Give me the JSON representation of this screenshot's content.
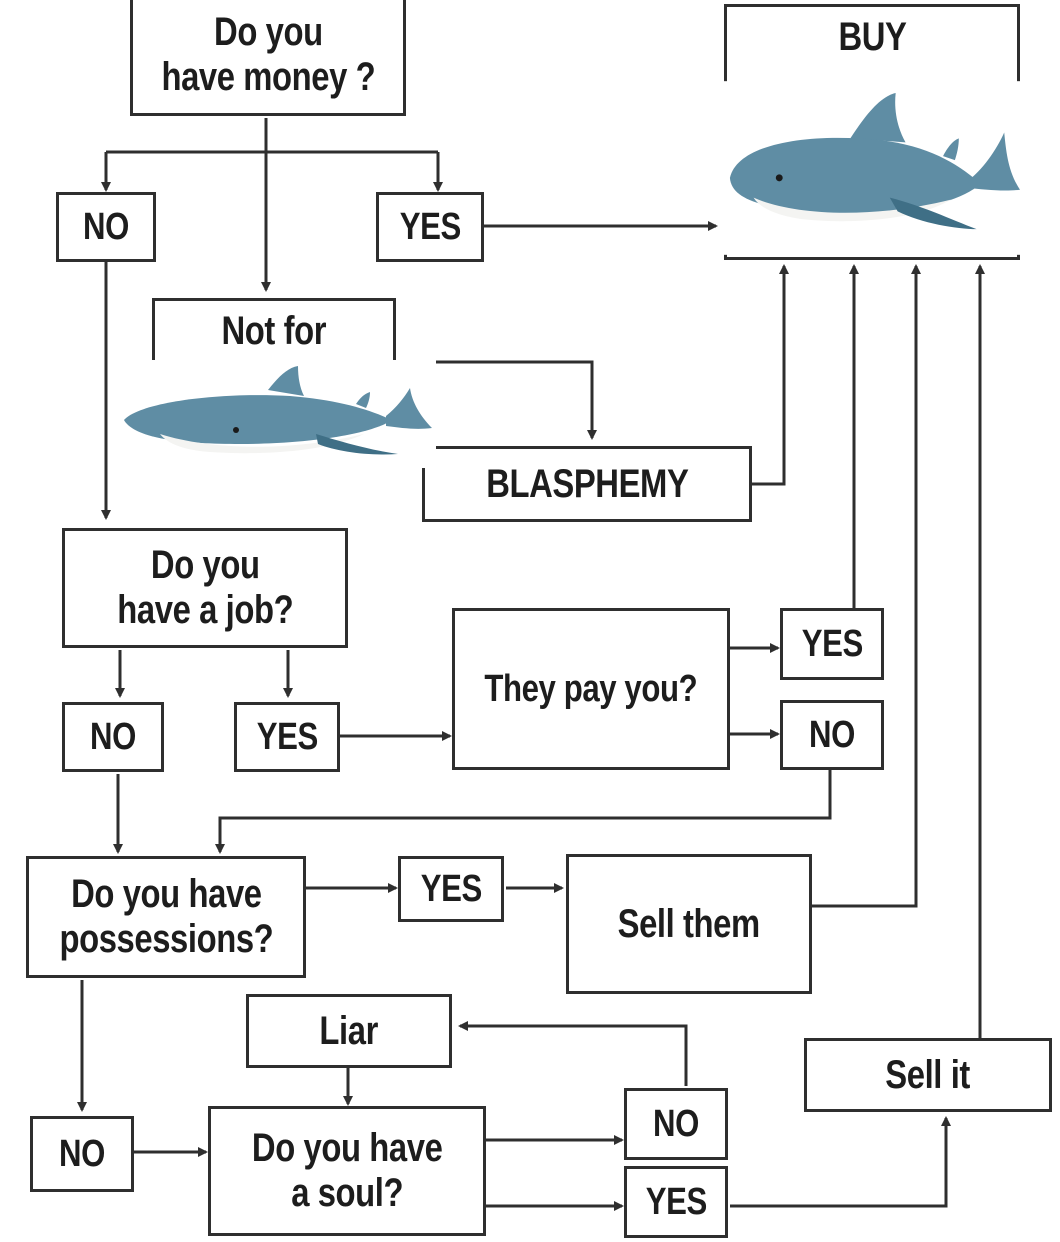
{
  "nodes": {
    "money_q": "Do you\nhave money ?",
    "buy": "BUY",
    "no_money": "NO",
    "yes_money": "YES",
    "not_for": "Not for",
    "blasphemy": "BLASPHEMY",
    "job_q": "Do you\nhave a job?",
    "no_job": "NO",
    "yes_job": "YES",
    "pay_q": "They pay you?",
    "pay_yes": "YES",
    "pay_no": "NO",
    "possessions_q": "Do you have\npossessions?",
    "possessions_yes": "YES",
    "sell_them": "Sell them",
    "liar": "Liar",
    "sell_it": "Sell it",
    "possessions_no": "NO",
    "soul_q": "Do you have\na soul?",
    "soul_no": "NO",
    "soul_yes": "YES"
  },
  "images": {
    "buy_image": "plush-shark",
    "not_for_image": "plush-shark"
  },
  "colors": {
    "line": "#2f2f2f",
    "shark_body": "#5f8da4",
    "shark_belly": "#f4f4f2",
    "shark_dark": "#3f6f86"
  }
}
